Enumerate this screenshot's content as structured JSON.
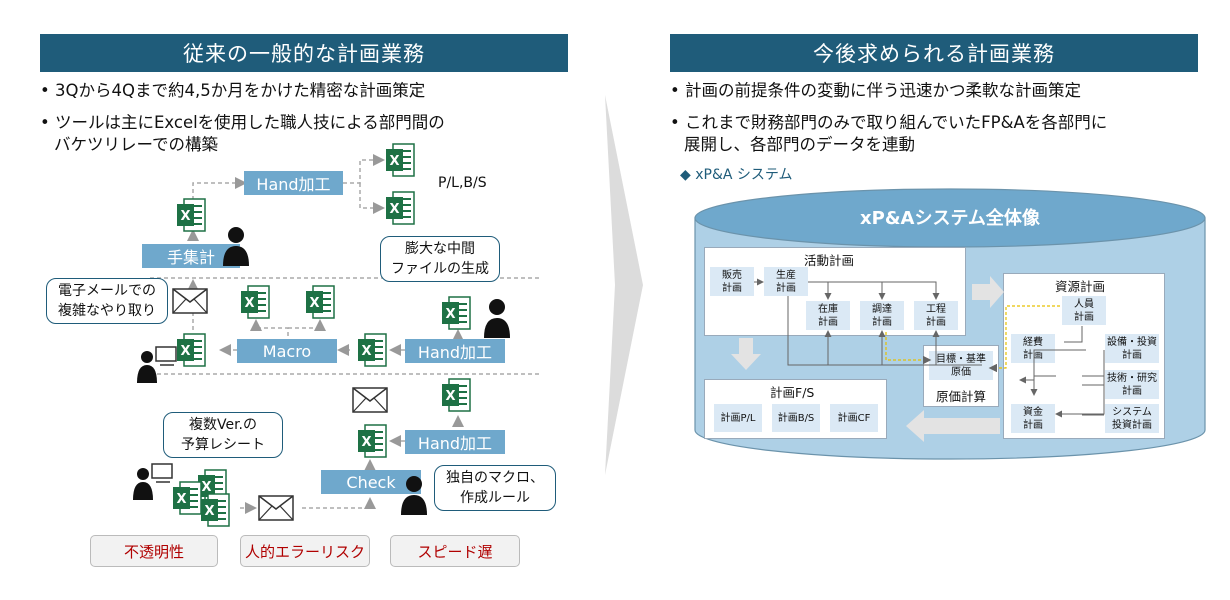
{
  "left": {
    "header": "従来の一般的な計画業務",
    "bullets": [
      "• 3Qから4Qまで約4,5か月をかけた精密な計画策定",
      "• ツールは主にExcelを使用した職人技による部門間の",
      "バケツリレーでの構築"
    ],
    "labels": {
      "hand1": "Hand加工",
      "pl_bs": "P/L,B/S",
      "tesyukei": "手集計",
      "macro": "Macro",
      "hand2": "Hand加工",
      "hand3": "Hand加工",
      "check": "Check"
    },
    "bubbles": {
      "email": [
        "電子メールでの",
        "複雑なやり取り"
      ],
      "intermediate": [
        "膨大な中間",
        "ファイルの生成"
      ],
      "versions": [
        "複数Ver.の",
        "予算レシート"
      ],
      "macro_rules": [
        "独自のマクロ、",
        "作成ルール"
      ]
    },
    "risks": [
      "不透明性",
      "人的エラーリスク",
      "スピード遅"
    ]
  },
  "right": {
    "header": "今後求められる計画業務",
    "bullets": [
      "• 計画の前提条件の変動に伴う迅速かつ柔軟な計画策定",
      "• これまで財務部門のみで取り組んでいたFP&Aを各部門に",
      "展開し、各部門のデータを連動"
    ],
    "section_label": "◆ xP&A システム",
    "cylinder_title": "xP&Aシステム全体像",
    "activity": {
      "title": "活動計画",
      "cells": [
        "販売\n計画",
        "生産\n計画",
        "在庫\n計画",
        "調達\n計画",
        "工程\n計画"
      ]
    },
    "resource": {
      "title": "資源計画",
      "cells": [
        "人員\n計画",
        "経費\n計画",
        "設備・投資\n計画",
        "技術・研究\n計画",
        "資金\n計画",
        "システム\n投資計画"
      ]
    },
    "cost": {
      "cell": "目標・基準\n原価",
      "title": "原価計算"
    },
    "fs": {
      "title": "計画F/S",
      "cells": [
        "計画P/L",
        "計画B/S",
        "計画CF"
      ]
    }
  },
  "colors": {
    "header_bg": "#1f5c7a",
    "label_bg": "#6fa8cc",
    "excel_green": "#1e7145",
    "cylinder": "#aed0e6",
    "risk_text": "#b00000"
  }
}
